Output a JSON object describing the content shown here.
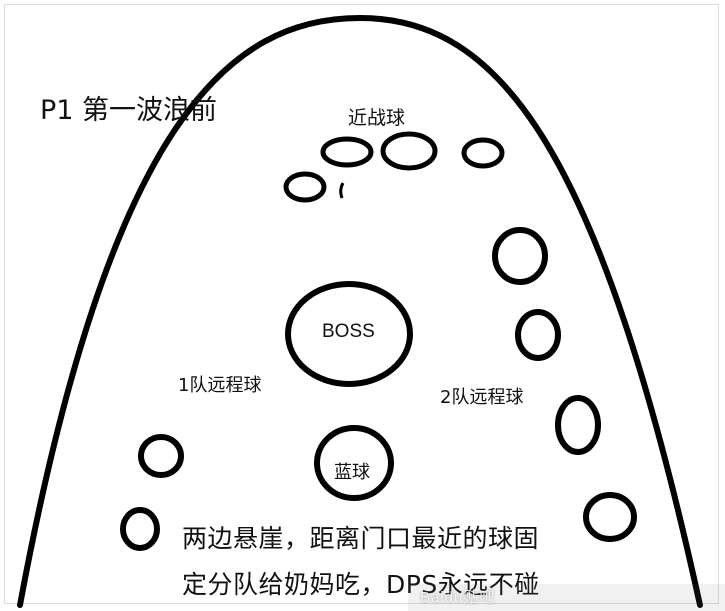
{
  "title": "P1 第一波浪前",
  "labels": {
    "melee_balls": "近战球",
    "boss": "BOSS",
    "team1_ranged": "1队远程球",
    "team2_ranged": "2队远程球",
    "blue_ball": "蓝球"
  },
  "note": {
    "line1": "两边悬崖，距离门口最近的球固",
    "line2": "定分队给奶妈吃，DPS永远不碰"
  },
  "watermark": "Baidu贴吧"
}
